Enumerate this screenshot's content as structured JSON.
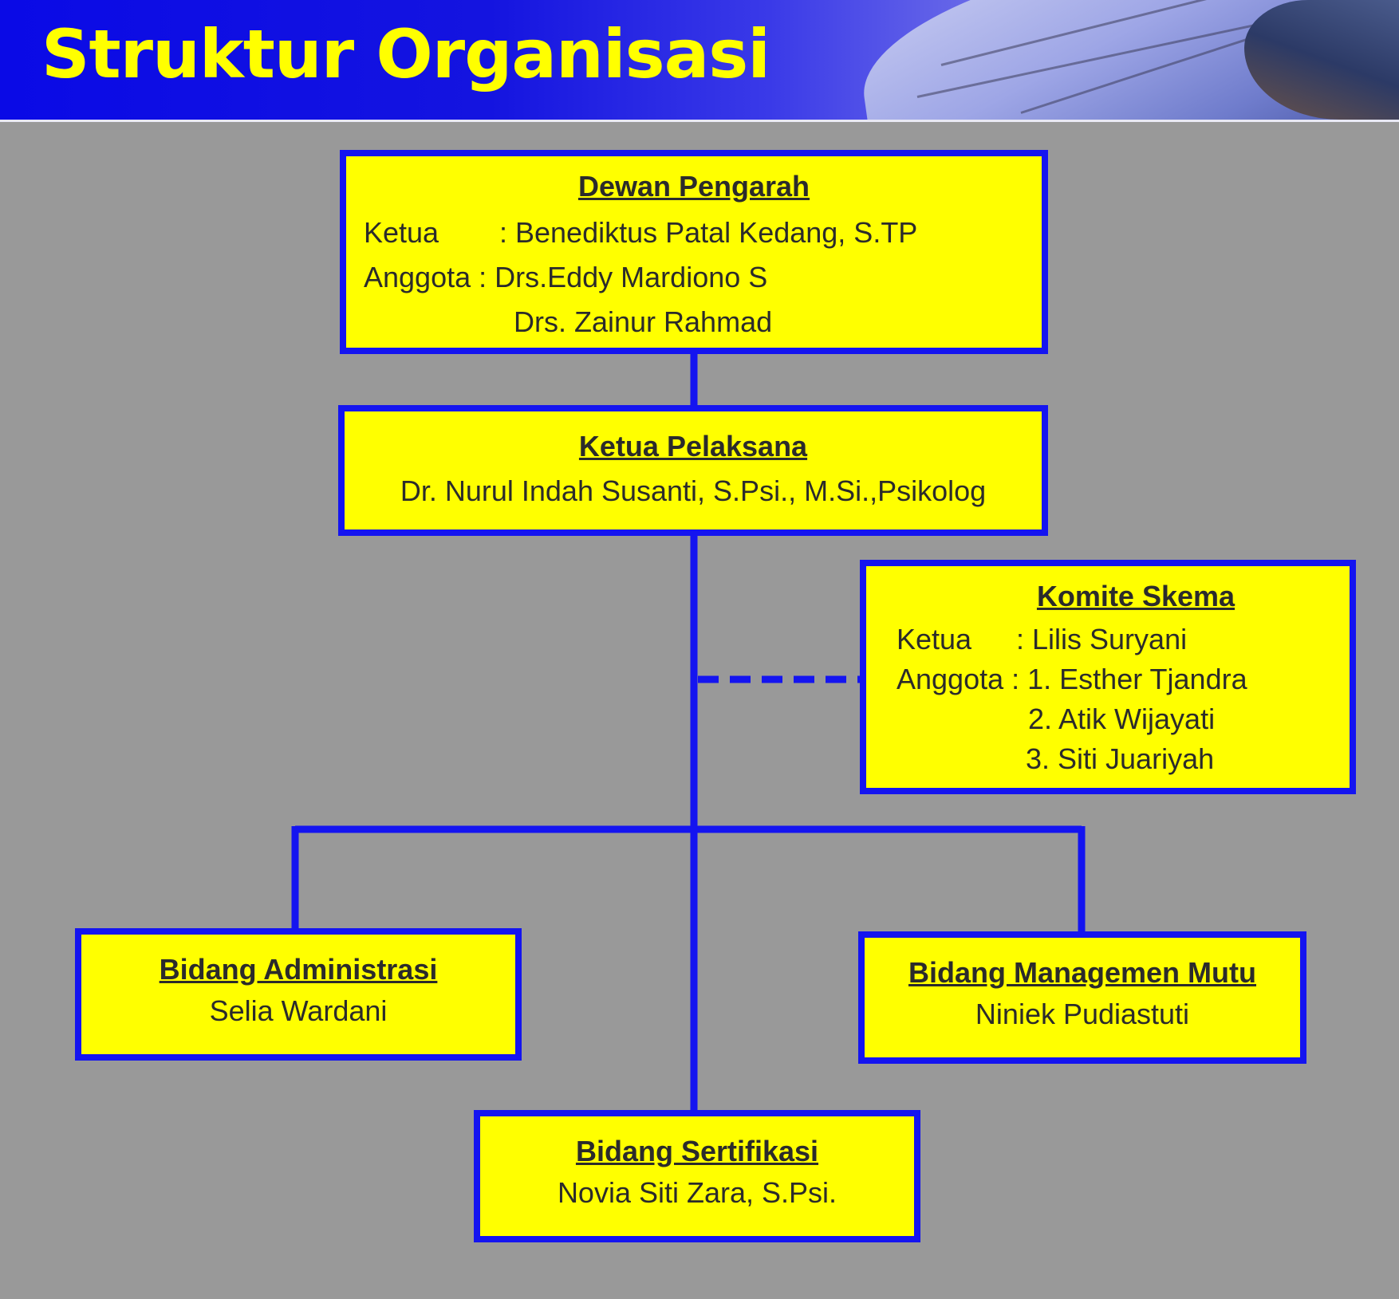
{
  "title": "Struktur Organisasi",
  "dewan_pengarah": {
    "heading": "Dewan Pengarah",
    "ketua_label": "Ketua",
    "ketua_sep": ": Benediktus Patal Kedang, S.TP",
    "anggota_label": "Anggota : Drs.Eddy Mardiono S",
    "anggota_2": "Drs. Zainur Rahmad"
  },
  "ketua_pelaksana": {
    "heading": "Ketua Pelaksana",
    "name": "Dr. Nurul Indah Susanti, S.Psi., M.Si.,Psikolog"
  },
  "komite_skema": {
    "heading": "Komite Skema",
    "ketua_label": "Ketua",
    "ketua_value": ": Lilis Suryani",
    "anggota_label": "Anggota : 1. Esther Tjandra",
    "anggota_2": "2. Atik Wijayati",
    "anggota_3": "3. Siti Juariyah"
  },
  "bidang_administrasi": {
    "heading": "Bidang Administrasi",
    "name": "Selia Wardani"
  },
  "bidang_managemen_mutu": {
    "heading": "Bidang Managemen Mutu",
    "name": "Niniek Pudiastuti"
  },
  "bidang_sertifikasi": {
    "heading": "Bidang Sertifikasi",
    "name": "Novia Siti Zara, S.Psi."
  },
  "colors": {
    "box_fill": "#ffff00",
    "box_border": "#1414f0",
    "title": "#ffff00",
    "background": "#999999"
  }
}
